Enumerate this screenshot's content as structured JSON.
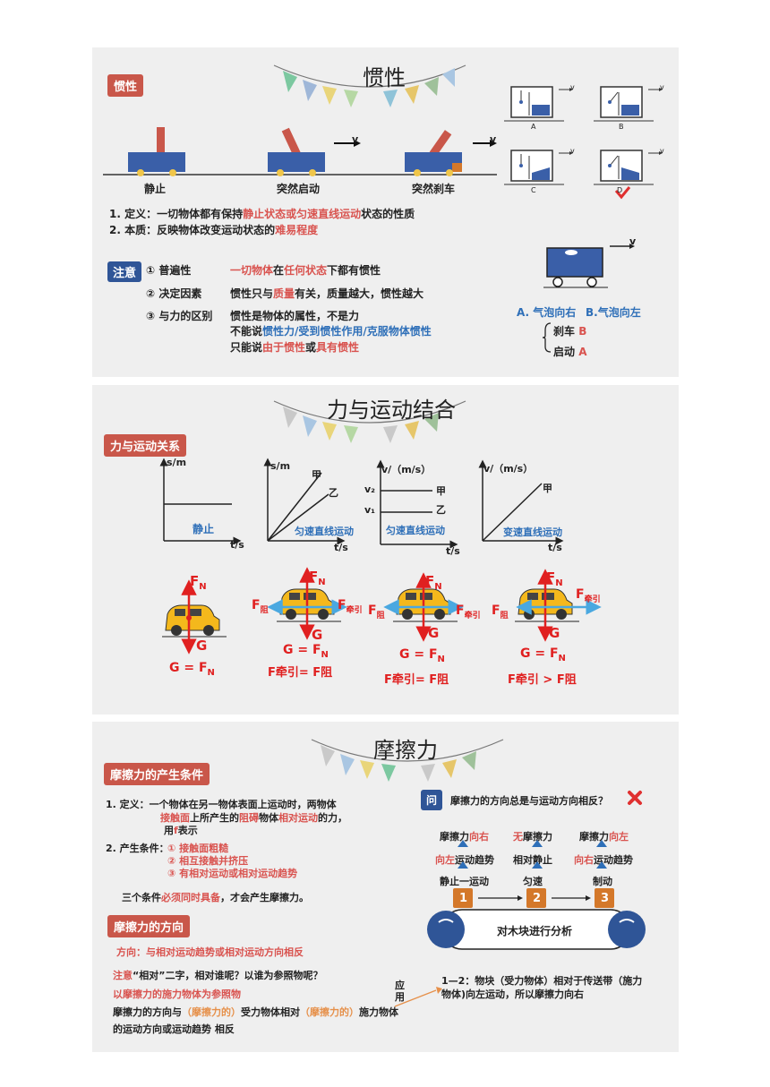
{
  "inertia": {
    "title": "惯性",
    "tag": "惯性",
    "cart_labels": [
      "静止",
      "突然启动",
      "突然刹车"
    ],
    "v": "v",
    "def1_a": "1. 定义：一切物体都有保持",
    "def1_b": "静止状态或匀速直线运动",
    "def1_c": "状态的性质",
    "def2_a": "2. 本质：反映物体改变运动状态的",
    "def2_b": "难易程度",
    "note_tag": "注意",
    "n1_label": "① 普遍性",
    "n1_a": "一切物体",
    "n1_b": "在",
    "n1_c": "任何状态",
    "n1_d": "下都有惯性",
    "n2_label": "② 决定因素",
    "n2_a": "惯性只与",
    "n2_b": "质量",
    "n2_c": "有关，质量越大，惯性越大",
    "n3_label": "③ 与力的区别",
    "n3_line1": "惯性是物体的属性，不是力",
    "n3_line2_a": "不能说",
    "n3_line2_b": "惯性力/受到惯性作用/克服物体惯性",
    "n3_line3_a": "只能说",
    "n3_line3_b": "由于惯性",
    "n3_line3_c": "或",
    "n3_line3_d": "具有惯性",
    "box_labels": [
      "A",
      "B",
      "C",
      "D"
    ],
    "bubble_a": "A. 气泡向右",
    "bubble_b": "B.气泡向左",
    "brake": "刹车",
    "brake_ans": "B",
    "start": "启动",
    "start_ans": "A"
  },
  "force_motion": {
    "title": "力与运动结合",
    "tag": "力与运动关系",
    "graphs": [
      {
        "ylabel": "s/m",
        "xlabel": "t/s",
        "caption": "静止"
      },
      {
        "ylabel": "s/m",
        "xlabel": "t/s",
        "caption": "匀速直线运动",
        "l1": "甲",
        "l2": "乙"
      },
      {
        "ylabel": "v/（m/s）",
        "xlabel": "t/s",
        "caption": "匀速直线运动",
        "l1": "甲",
        "l2": "乙",
        "v2": "v₂",
        "v1": "v₁"
      },
      {
        "ylabel": "v/（m/s）",
        "xlabel": "t/s",
        "caption": "变速直线运动",
        "l1": "甲"
      }
    ],
    "FN": "F",
    "FN_sub": "N",
    "G": "G",
    "F_zu": "F",
    "zu": "阻",
    "qian": "牵引",
    "eq1": "G = F",
    "eq_sub": "N",
    "eq2_eq": "F牵引= F阻",
    "eq3_gt": "F牵引 > F阻"
  },
  "friction": {
    "title": "摩擦力",
    "tag1": "摩擦力的产生条件",
    "def_a": "1.   定义：一个物体在另一物体表面上运动时，两物体",
    "def_b1": "接触面",
    "def_b2": "上所产生的",
    "def_b3": "阻碍",
    "def_b4": "物体",
    "def_b5": "相对运动",
    "def_b6": "的力，",
    "def_c1": "用",
    "def_c2": "f",
    "def_c3": "表示",
    "cond_label": "2. 产生条件：",
    "cond1": "① 接触面粗糙",
    "cond2": "② 相互接触并挤压",
    "cond3": "③ 有相对运动或相对运动趋势",
    "three_a": "三个条件",
    "three_b": "必须同时具备",
    "three_c": "，才会产生摩擦力。",
    "tag2": "摩擦力的方向",
    "dir_line": "方向：与相对运动趋势或相对运动方向相反",
    "note1_a": "注意",
    "note1_b": "“相对”二字，相对谁呢？以谁为参照物呢？",
    "note2": "以摩擦力的施力物体为参照物",
    "note3_a": "摩擦力的方向与",
    "note3_b": "（摩擦力的）",
    "note3_c": "受力物体相对",
    "note3_d": "（摩擦力的）",
    "note3_e": "施力物体",
    "note4": "的运动方向或运动趋势  相反",
    "apply": "应用",
    "q_tag": "问",
    "q_text": "摩擦力的方向总是与运动方向相反？",
    "col1": {
      "top_a": "摩擦力",
      "top_b": "向右",
      "mid_a": "向左",
      "mid_b": "运动趋势",
      "bot": "静止一运动",
      "n": "1"
    },
    "col2": {
      "top_a": "无",
      "top_b": "摩擦力",
      "mid": "相对静止",
      "bot": "匀速",
      "n": "2"
    },
    "col3": {
      "top_a": "摩擦力",
      "top_b": "向左",
      "mid_a": "向右",
      "mid_b": "运动趋势",
      "bot": "制动",
      "n": "3"
    },
    "belt_text": "对木块进行分析",
    "answer_a": "1—2：物块（受力物体）相对于传送带（施力",
    "answer_b": "物体)向左运动，所以摩擦力向右"
  },
  "colors": {
    "red": "#d9534f",
    "blue": "#2f5597",
    "orange": "#d4782a",
    "panel": "#efefef"
  }
}
